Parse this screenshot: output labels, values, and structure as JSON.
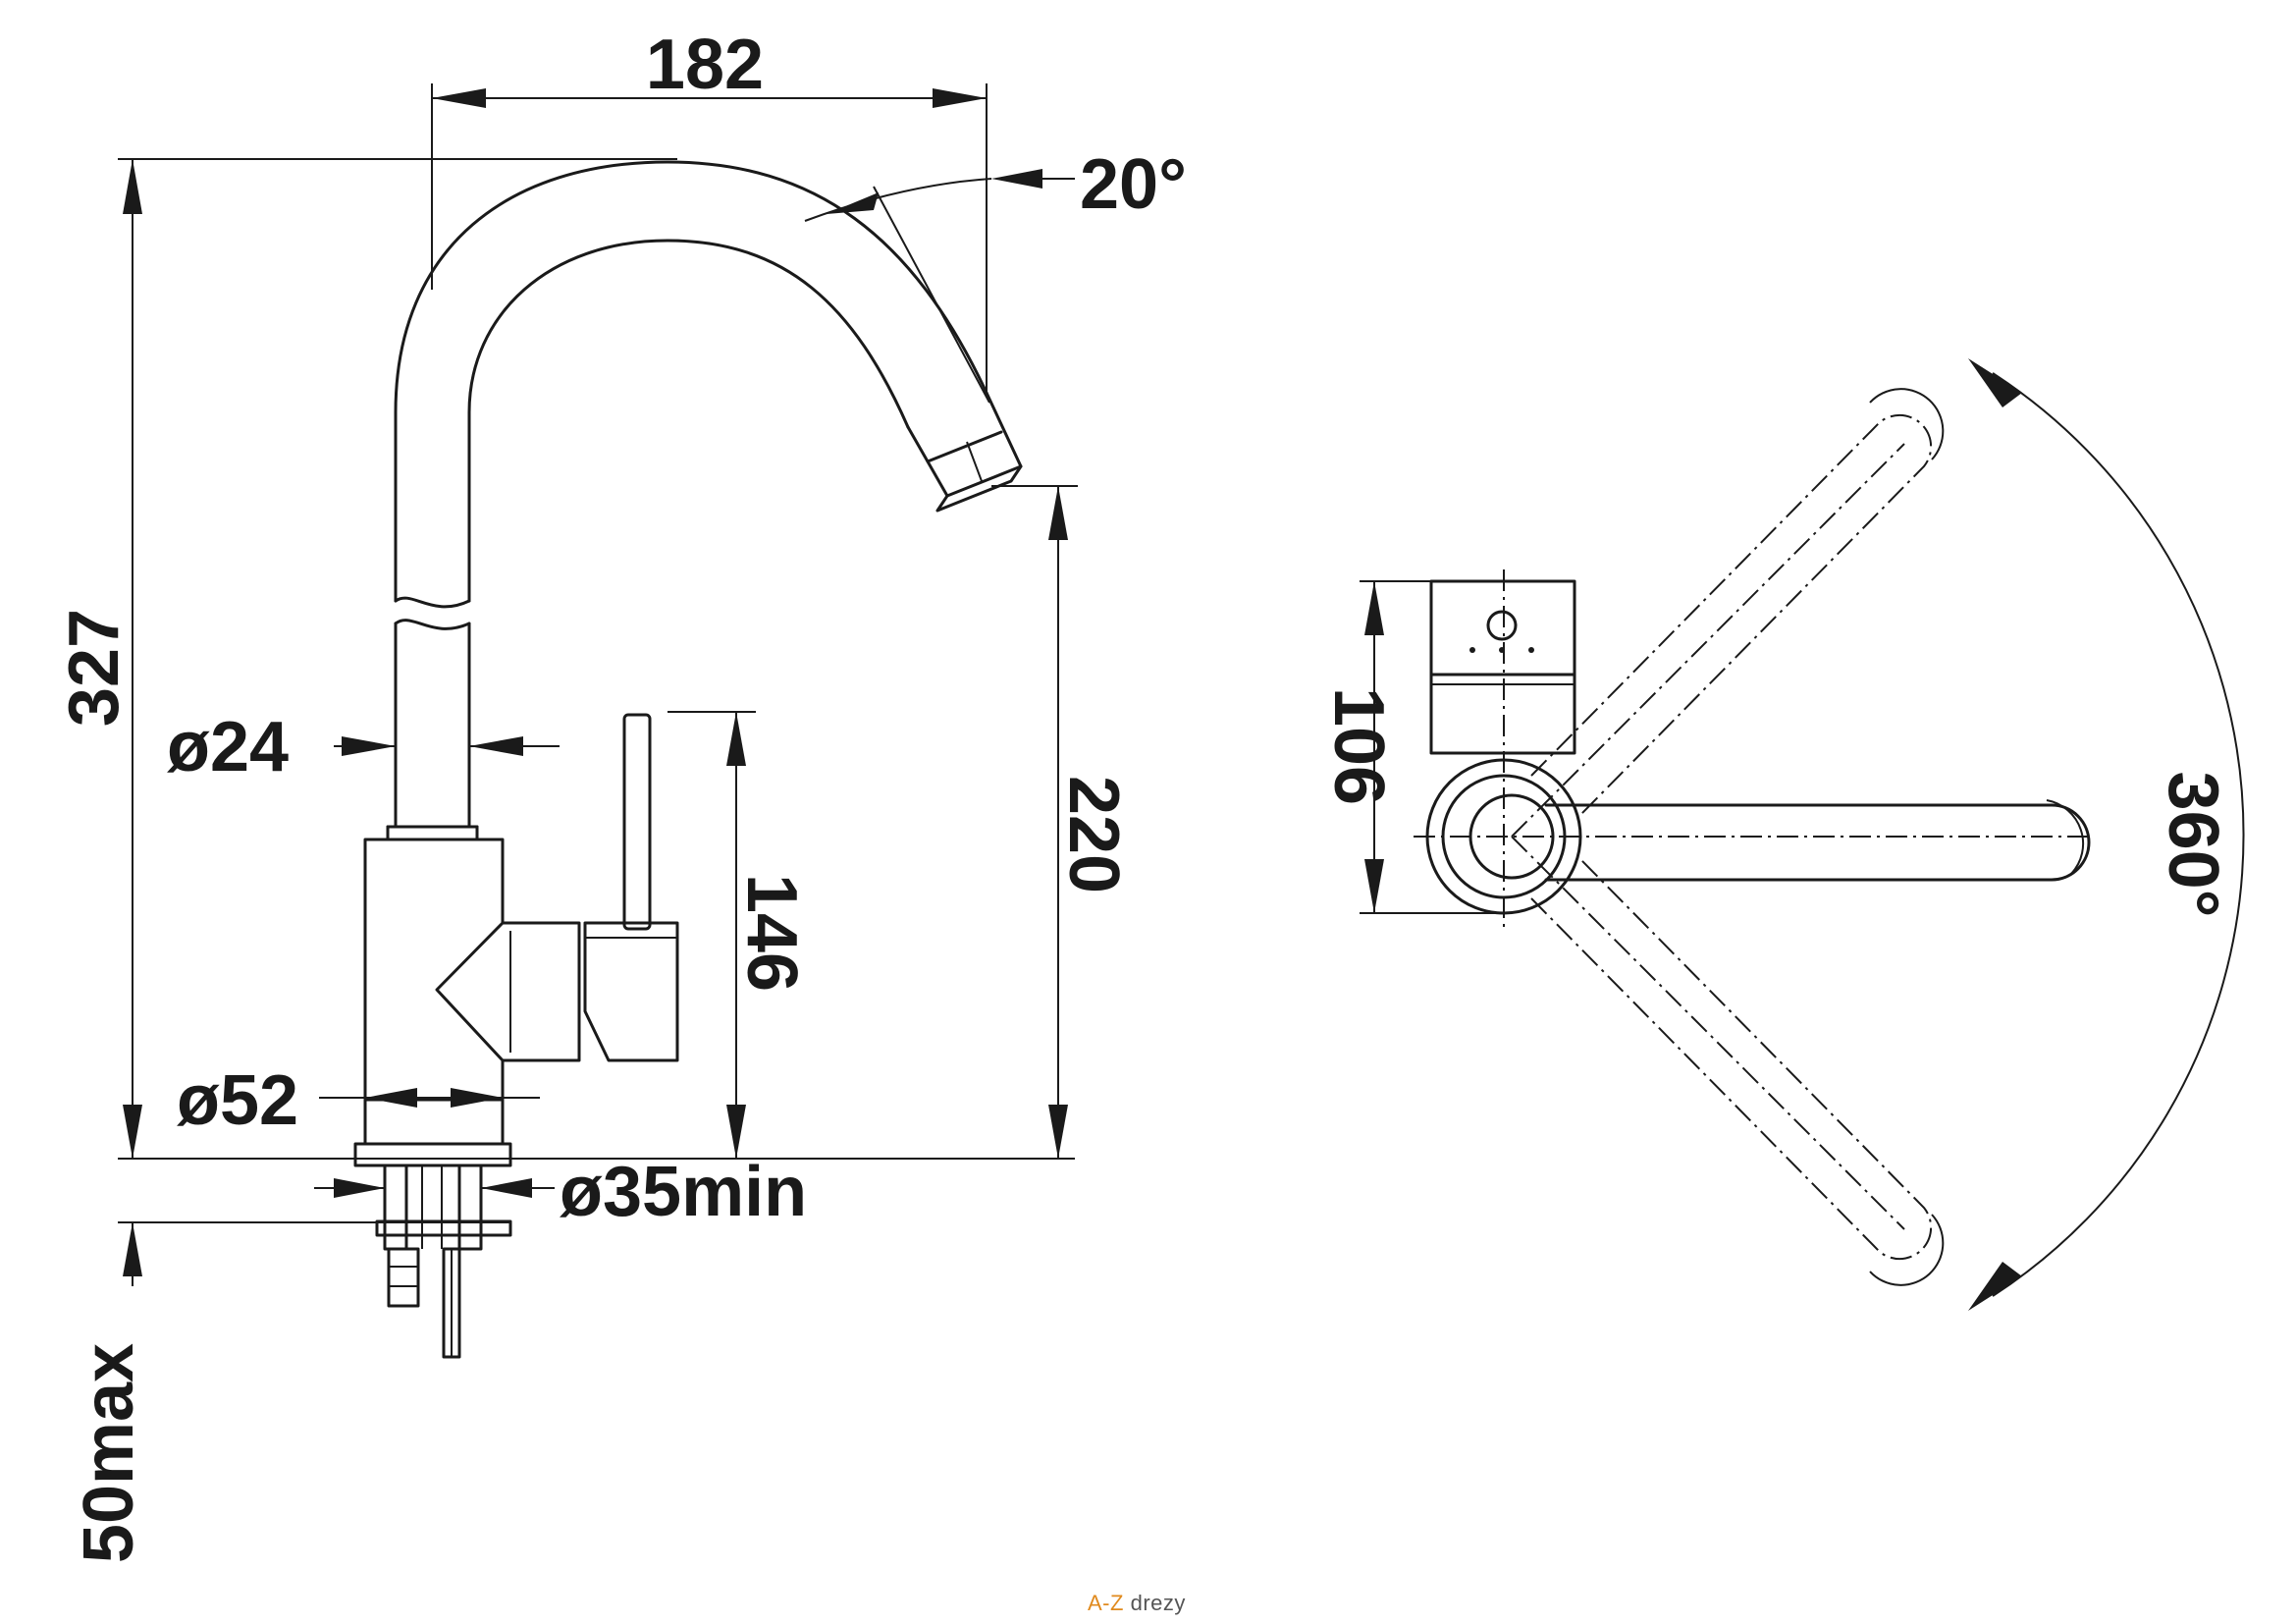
{
  "dimensions": {
    "width_top": "182",
    "spout_angle": "20°",
    "total_height": "327",
    "spout_height": "220",
    "lever_height": "146",
    "stem_diameter": "ø24",
    "base_diameter": "ø52",
    "hole_diameter": "ø35min",
    "deck_thickness": "50max",
    "plan_depth": "106",
    "rotation": "360°"
  },
  "watermark": {
    "prefix": "A-Z",
    "suffix": "drezy"
  },
  "colors": {
    "line": "#1a1a1a",
    "background": "#ffffff",
    "watermark_accent": "#e08a1e"
  }
}
